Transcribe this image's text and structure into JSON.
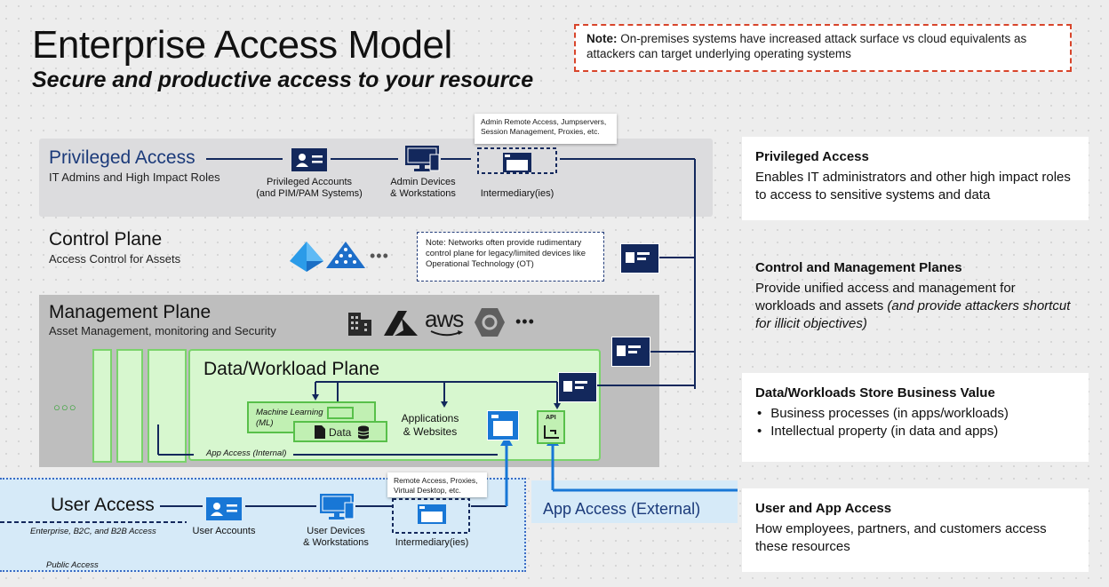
{
  "header": {
    "title": "Enterprise Access Model",
    "subtitle": "Secure and productive access to your resource"
  },
  "top_note": {
    "prefix": "Note:",
    "text": "On-premises systems have increased attack surface vs cloud equivalents as attackers can target underlying operating systems"
  },
  "privileged": {
    "title": "Privileged Access",
    "subtitle": "IT Admins and High Impact Roles",
    "accounts_label_1": "Privileged Accounts",
    "accounts_label_2": "(and PIM/PAM Systems)",
    "devices_label_1": "Admin Devices",
    "devices_label_2": "& Workstations",
    "intermediary_label": "Intermediary(ies)",
    "callout_1": "Admin Remote Access, Jumpservers,",
    "callout_2": "Session Management, Proxies, etc."
  },
  "control": {
    "title": "Control Plane",
    "subtitle": "Access Control for Assets",
    "ellipsis": "•••",
    "note_1": "Note: Networks often provide rudimentary",
    "note_2": "control plane for legacy/limited devices like",
    "note_3": "Operational Technology (OT)"
  },
  "management": {
    "title": "Management Plane",
    "subtitle": "Asset Management, monitoring and Security",
    "aws_text": "aws",
    "ellipsis": "•••",
    "left_ellipsis": "○○○"
  },
  "data_plane": {
    "title": "Data/Workload Plane",
    "ml_label_1": "Machine Learning",
    "ml_label_2": "(ML)",
    "data_label": "Data",
    "apps_label_1": "Applications",
    "apps_label_2": "& Websites",
    "api_label": "API",
    "app_access_internal": "App Access (Internal)"
  },
  "user": {
    "title": "User Access",
    "subtitle": "Enterprise, B2C, and B2B Access",
    "public_access": "Public Access",
    "accounts_label": "User Accounts",
    "devices_label_1": "User Devices",
    "devices_label_2": "& Workstations",
    "intermediary_label": "Intermediary(ies)",
    "callout_1": "Remote Access, Proxies,",
    "callout_2": "Virtual Desktop, etc.",
    "app_access_external": "App Access (External)"
  },
  "right_panels": [
    {
      "title": "Privileged Access",
      "body": "Enables IT administrators and other high impact roles to access to sensitive systems and data"
    },
    {
      "title": "Control and Management Planes",
      "body": "Provide unified access and management for workloads and assets",
      "body_italic": "(and provide attackers shortcut for illicit objectives)"
    },
    {
      "title": "Data/Workloads Store Business Value",
      "bullets": [
        "Business processes (in apps/workloads)",
        "Intellectual property (in data and apps)"
      ]
    },
    {
      "title": "User and App Access",
      "body": "How employees, partners, and customers access these resources"
    }
  ],
  "colors": {
    "navy": "#13285c",
    "accent_blue": "#1877d6",
    "green_border": "#7ad36b",
    "green_fill": "#d7f7cf",
    "note_red": "#d8452b"
  }
}
